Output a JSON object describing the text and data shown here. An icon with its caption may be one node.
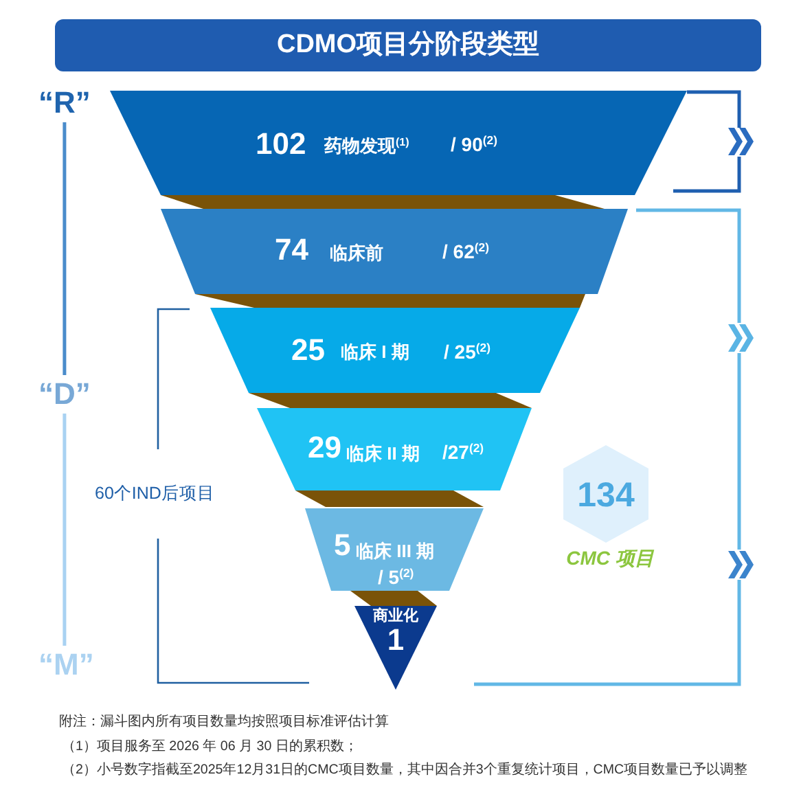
{
  "diagram": {
    "title": "CDMO项目分阶段类型",
    "nodes": [
      {
        "text": [
          "102",
          "药物发现$^{(1)}$",
          "/ 90$^{(2)}$"
        ]
      },
      {
        "text": [
          "74",
          "临床前",
          "/ 62$^{(2)}$"
        ]
      },
      {
        "text": [
          "25",
          "临床 I 期",
          "/ 25$^{(2)}$"
        ]
      },
      {
        "text": [
          "29",
          "临床 II 期",
          "/27$^{(2)}$"
        ]
      },
      {
        "text": [
          "5",
          "临床 III 期",
          "/ 5$^{(2)}$"
        ]
      },
      {
        "text": [
          "商业化",
          "1"
        ]
      },
      {
        "text": [
          "134"
        ],
        "beside": [
          "CMC 项目"
        ]
      },
      {
        "text": [
          "“R”"
        ]
      },
      {
        "text": [
          "“D”"
        ]
      },
      {
        "text": [
          "“M”"
        ]
      }
    ],
    "edges": [
      {
        "from": 7,
        "to": 8,
        "arrow": "none",
        "color": "#4a8ccb"
      },
      {
        "from": 8,
        "to": 9,
        "arrow": "none",
        "color": "#a9d2f2"
      }
    ],
    "labels": [
      "60个IND后项目",
      "附注：漏斗图内所有项目数量均按照项目标准评估计算",
      "（1）项目服务至 2026 年 06 月 30 日的累积数；",
      "（2）小号数字指截至2025年12月31日的CMC项目数量，其中因合并3个重复统计项目，CMC项目数量已予以调整"
    ]
  }
}
